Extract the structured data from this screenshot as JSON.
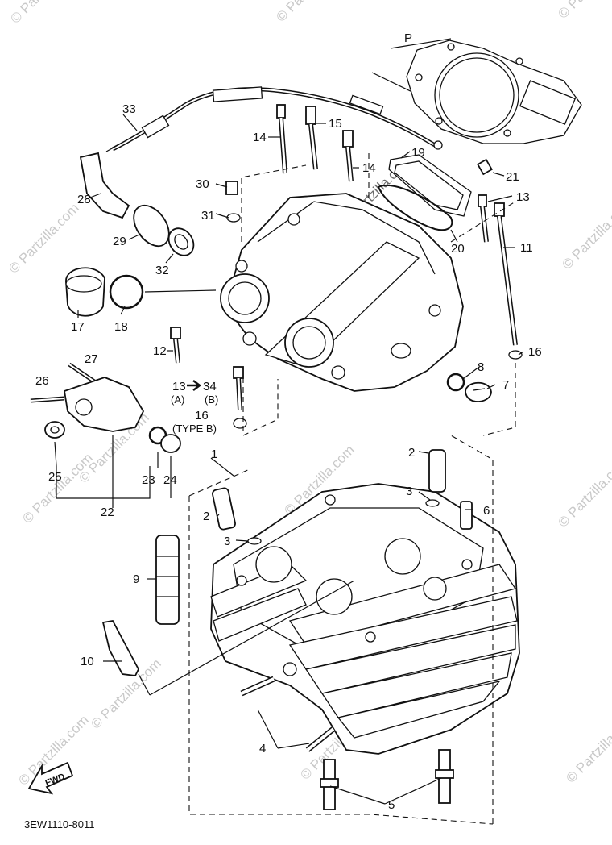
{
  "diagram": {
    "code": "3EW1110-8011",
    "fwd_label": "FWD",
    "set_label": "P",
    "watermark": "© Partzilla.com",
    "callouts": [
      {
        "id": "c33",
        "text": "33"
      },
      {
        "id": "c14a",
        "text": "14"
      },
      {
        "id": "c15",
        "text": "15"
      },
      {
        "id": "c14b",
        "text": "14"
      },
      {
        "id": "c19",
        "text": "19"
      },
      {
        "id": "c21",
        "text": "21"
      },
      {
        "id": "c13",
        "text": "13"
      },
      {
        "id": "c30",
        "text": "30"
      },
      {
        "id": "c31",
        "text": "31"
      },
      {
        "id": "c28",
        "text": "28"
      },
      {
        "id": "c29",
        "text": "29"
      },
      {
        "id": "c32",
        "text": "32"
      },
      {
        "id": "c20",
        "text": "20"
      },
      {
        "id": "c11",
        "text": "11"
      },
      {
        "id": "c17",
        "text": "17"
      },
      {
        "id": "c18",
        "text": "18"
      },
      {
        "id": "c12",
        "text": "12"
      },
      {
        "id": "c16a",
        "text": "16"
      },
      {
        "id": "c27",
        "text": "27"
      },
      {
        "id": "c26",
        "text": "26"
      },
      {
        "id": "c8",
        "text": "8"
      },
      {
        "id": "c7",
        "text": "7"
      },
      {
        "id": "c25",
        "text": "25"
      },
      {
        "id": "c23",
        "text": "23"
      },
      {
        "id": "c24",
        "text": "24"
      },
      {
        "id": "c22",
        "text": "22"
      },
      {
        "id": "c1",
        "text": "1"
      },
      {
        "id": "c2a",
        "text": "2"
      },
      {
        "id": "c3a",
        "text": "3"
      },
      {
        "id": "c6",
        "text": "6"
      },
      {
        "id": "c2b",
        "text": "2"
      },
      {
        "id": "c3b",
        "text": "3"
      },
      {
        "id": "c9",
        "text": "9"
      },
      {
        "id": "c10",
        "text": "10"
      },
      {
        "id": "c4",
        "text": "4"
      },
      {
        "id": "c5",
        "text": "5"
      }
    ],
    "note": {
      "line1_left": "13",
      "line1_right": "34",
      "line2_left": "(A)",
      "line2_right": "(B)",
      "line3": "16",
      "line4": "(TYPE B)"
    }
  }
}
